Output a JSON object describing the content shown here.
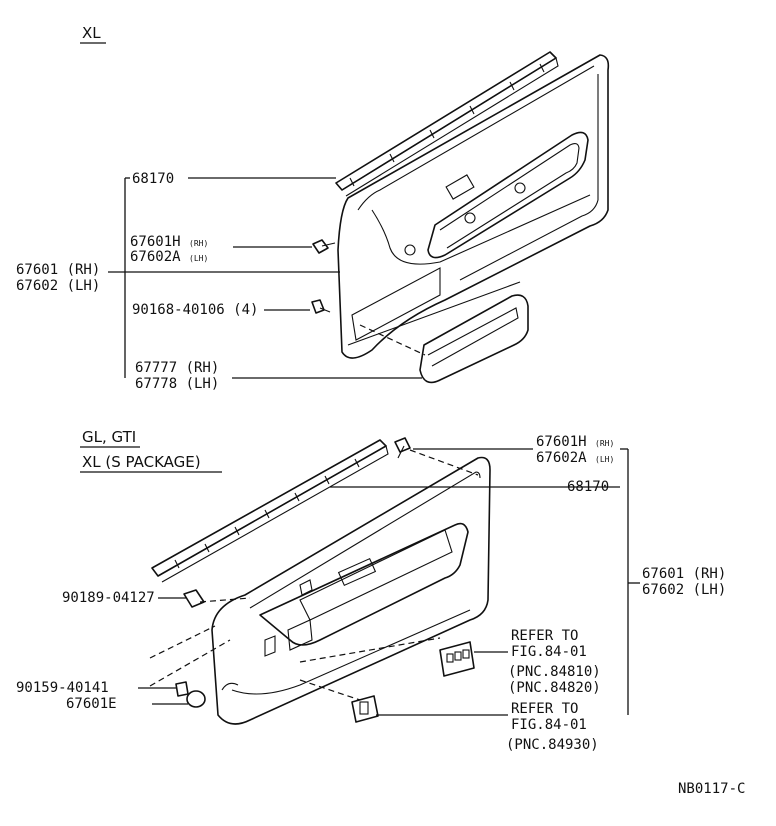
{
  "top_section": {
    "header": "XL",
    "labels": {
      "p68170": "68170",
      "p67601h": "67601H",
      "p67601h_sfx": "(RH)",
      "p67602a": "67602A",
      "p67602a_sfx": "(LH)",
      "p90168": "90168-40106 (4)",
      "p67777": "67777 (RH)",
      "p67778": "67778 (LH)",
      "p67601": "67601 (RH)",
      "p67602": "67602 (LH)"
    }
  },
  "bottom_section": {
    "header_line1": "GL, GTI",
    "header_line2": "XL (S PACKAGE)",
    "labels": {
      "p67601h": "67601H",
      "p67601h_sfx": "(RH)",
      "p67602a": "67602A",
      "p67602a_sfx": "(LH)",
      "p68170": "68170",
      "p67601": "67601 (RH)",
      "p67602": "67602 (LH)",
      "p90189": "90189-04127",
      "p90159": "90159-40141",
      "p67601e": "67601E",
      "ref1_line1": "REFER TO",
      "ref1_line2": "FIG.84-01",
      "ref1_line3": "(PNC.84810)",
      "ref1_line4": "(PNC.84820)",
      "ref2_line1": "REFER TO",
      "ref2_line2": "FIG.84-01",
      "ref2_line3": "(PNC.84930)"
    }
  },
  "figure_code": "NB0117-C"
}
